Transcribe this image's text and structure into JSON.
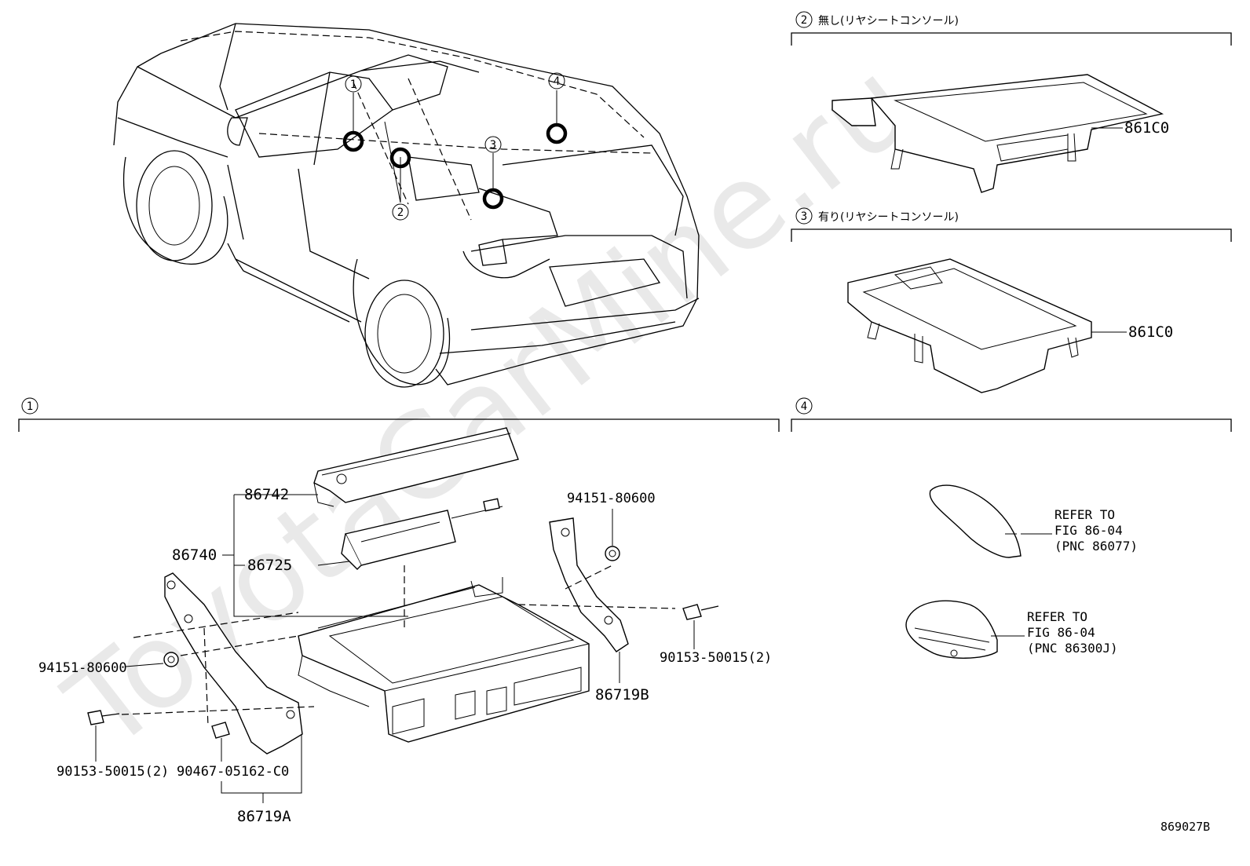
{
  "watermark": "ToyotaCarMine.ru",
  "sections": {
    "s1": {
      "num": "1"
    },
    "s2": {
      "num": "2",
      "label": "無し(リヤシートコンソール)"
    },
    "s3": {
      "num": "3",
      "label": "有り(リヤシートコンソール)"
    },
    "s4": {
      "num": "4"
    }
  },
  "car_callouts": [
    "1",
    "2",
    "3",
    "4"
  ],
  "parts": {
    "p86742": "86742",
    "p86740": "86740",
    "p86725": "86725",
    "p94151_top": "94151-80600",
    "p94151_left": "94151-80600",
    "p90153_right": "90153-50015(2)",
    "p90153_left": "90153-50015(2)",
    "p90467": "90467-05162-C0",
    "p86719B": "86719B",
    "p86719A": "86719A",
    "p861C0_a": "861C0",
    "p861C0_b": "861C0"
  },
  "refs": {
    "r1": [
      "REFER TO",
      "FIG 86-04",
      "(PNC 86077)"
    ],
    "r2": [
      "REFER TO",
      "FIG 86-04",
      "(PNC 86300J)"
    ]
  },
  "figure_id": "869027B",
  "icons": {
    "car": "suv-rear-view-icon",
    "unit": "audio-unit-icon",
    "console": "rear-console-tray-icon",
    "antenna": "shark-fin-antenna-icon"
  }
}
